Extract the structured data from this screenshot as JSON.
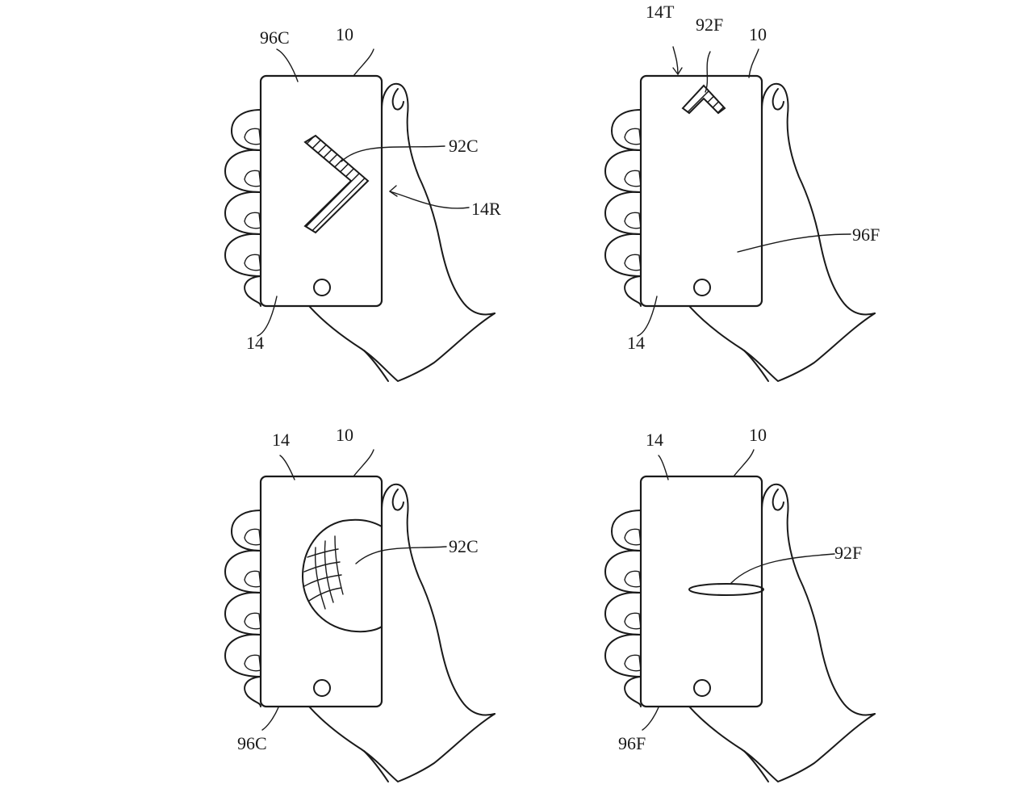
{
  "panels": [
    {
      "labels": {
        "screen_content": "96C",
        "device": "10",
        "indicator": "92C",
        "edge": "14R",
        "display": "14"
      }
    },
    {
      "labels": {
        "edge": "14T",
        "indicator": "92F",
        "device": "10",
        "screen_content": "96F",
        "display": "14"
      }
    },
    {
      "labels": {
        "display": "14",
        "device": "10",
        "indicator": "92C",
        "screen_content": "96C"
      }
    },
    {
      "labels": {
        "display": "14",
        "device": "10",
        "indicator": "92F",
        "screen_content": "96F"
      }
    }
  ]
}
